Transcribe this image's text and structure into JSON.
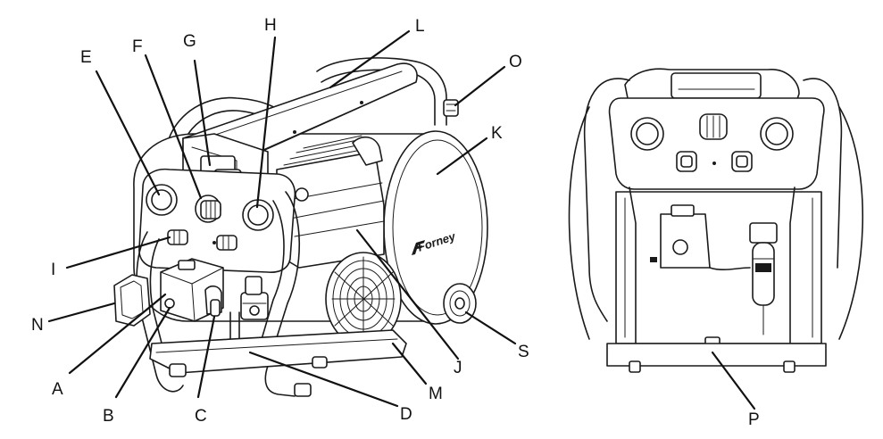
{
  "brand": "Forney",
  "labels": {
    "A": "A",
    "B": "B",
    "C": "C",
    "D": "D",
    "E": "E",
    "F": "F",
    "G": "G",
    "H": "H",
    "I": "I",
    "J": "J",
    "K": "K",
    "L": "L",
    "M": "M",
    "N": "N",
    "O": "O",
    "P": "P",
    "S": "S"
  }
}
